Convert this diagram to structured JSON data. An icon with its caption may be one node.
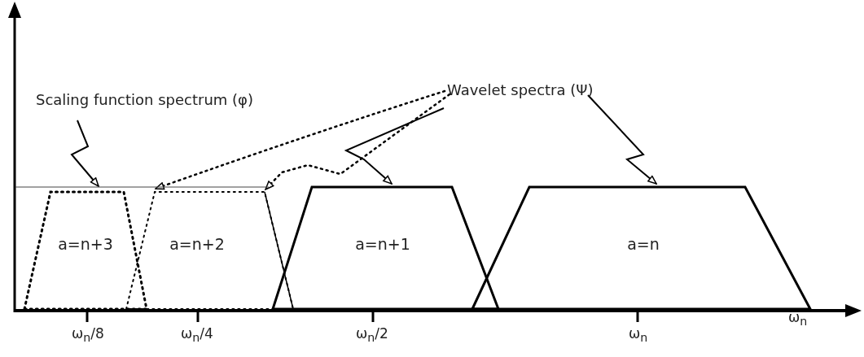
{
  "diagram": {
    "nodes": [
      {
        "text": [
          "a=n+3"
        ]
      },
      {
        "text": [
          "a=n+2"
        ]
      },
      {
        "text": [
          "a=n+1"
        ]
      },
      {
        "text": [
          "a=n"
        ]
      },
      {
        "text": [
          "Scaling function spectrum (φ)"
        ]
      },
      {
        "text": [
          "Wavelet spectra (Ψ)"
        ]
      }
    ],
    "edges": [
      {
        "from": 4,
        "to": 0,
        "arrow": "to"
      },
      {
        "from": 5,
        "to": 1,
        "arrow": "to",
        "style": "dashed"
      },
      {
        "from": 5,
        "to": 1,
        "arrow": "to",
        "style": "dashed"
      },
      {
        "from": 5,
        "to": 2,
        "arrow": "to"
      },
      {
        "from": 5,
        "to": 3,
        "arrow": "to"
      }
    ],
    "labels": [
      "ω$_{n}$/8",
      "ω$_{n}$/4",
      "ω$_{n}$/2",
      "ω$_{n}$",
      "ω$_{n}$"
    ]
  }
}
